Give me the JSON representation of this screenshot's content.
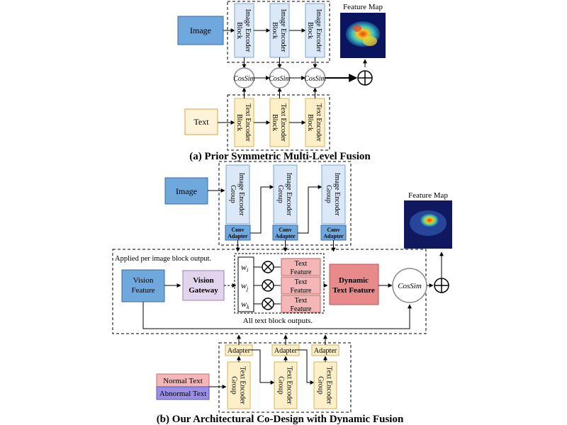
{
  "colors": {
    "image_blue": "#6fa8dc",
    "image_block_fill": "#dbe8f7",
    "image_block_stroke": "#7ea6d6",
    "text_block_fill": "#fdf0c8",
    "text_block_stroke": "#d8b25a",
    "text_input_fill": "#fdf3d8",
    "text_input_stroke": "#e0a040",
    "pink": "#f4b6b6",
    "dynamic_red": "#e88a8a",
    "gateway_purple": "#e3d4ee",
    "abnormal_purple": "#9b8ee8"
  },
  "part_a": {
    "image_label": "Image",
    "text_label": "Text",
    "image_blocks": [
      "Image Encoder Block",
      "Image Encoder Block",
      "Image Encoder Block"
    ],
    "text_blocks": [
      "Text Encoder Block",
      "Text Encoder Block",
      "Text Encoder Block"
    ],
    "cossim": [
      "CosSim",
      "CosSim",
      "CosSim"
    ],
    "feature_map_label": "Feature Map",
    "caption": "(a) Prior Symmetric Multi-Level Fusion"
  },
  "part_b": {
    "image_label": "Image",
    "image_groups": [
      "Image Encoder Group",
      "Image Encoder Group",
      "Image Encoder Group"
    ],
    "conv_adapters": [
      "Conv Adapter",
      "Conv Adapter",
      "Conv Adapter"
    ],
    "applied_note": "Applied per image block output.",
    "vision_feature": "Vision Feature",
    "vision_gateway": "Vision Gateway",
    "weights": [
      "w_i",
      "w_j",
      "w_k"
    ],
    "text_features": [
      "Text Feature",
      "Text Feature",
      "Text Feature"
    ],
    "all_text_note": "All text block outputs.",
    "dynamic_text_feature": "Dynamic Text Feature",
    "cossim": "CosSim",
    "feature_map_label": "Feature Map",
    "adapters": [
      "Adapter",
      "Adapter",
      "Adapter"
    ],
    "text_groups": [
      "Text Encoder Group",
      "Text Encoder Group",
      "Text Encoder Group"
    ],
    "normal_text": "Normal Text",
    "abnormal_text": "Abnormal Text",
    "caption": "(b) Our Architectural Co-Design with Dynamic Fusion"
  }
}
